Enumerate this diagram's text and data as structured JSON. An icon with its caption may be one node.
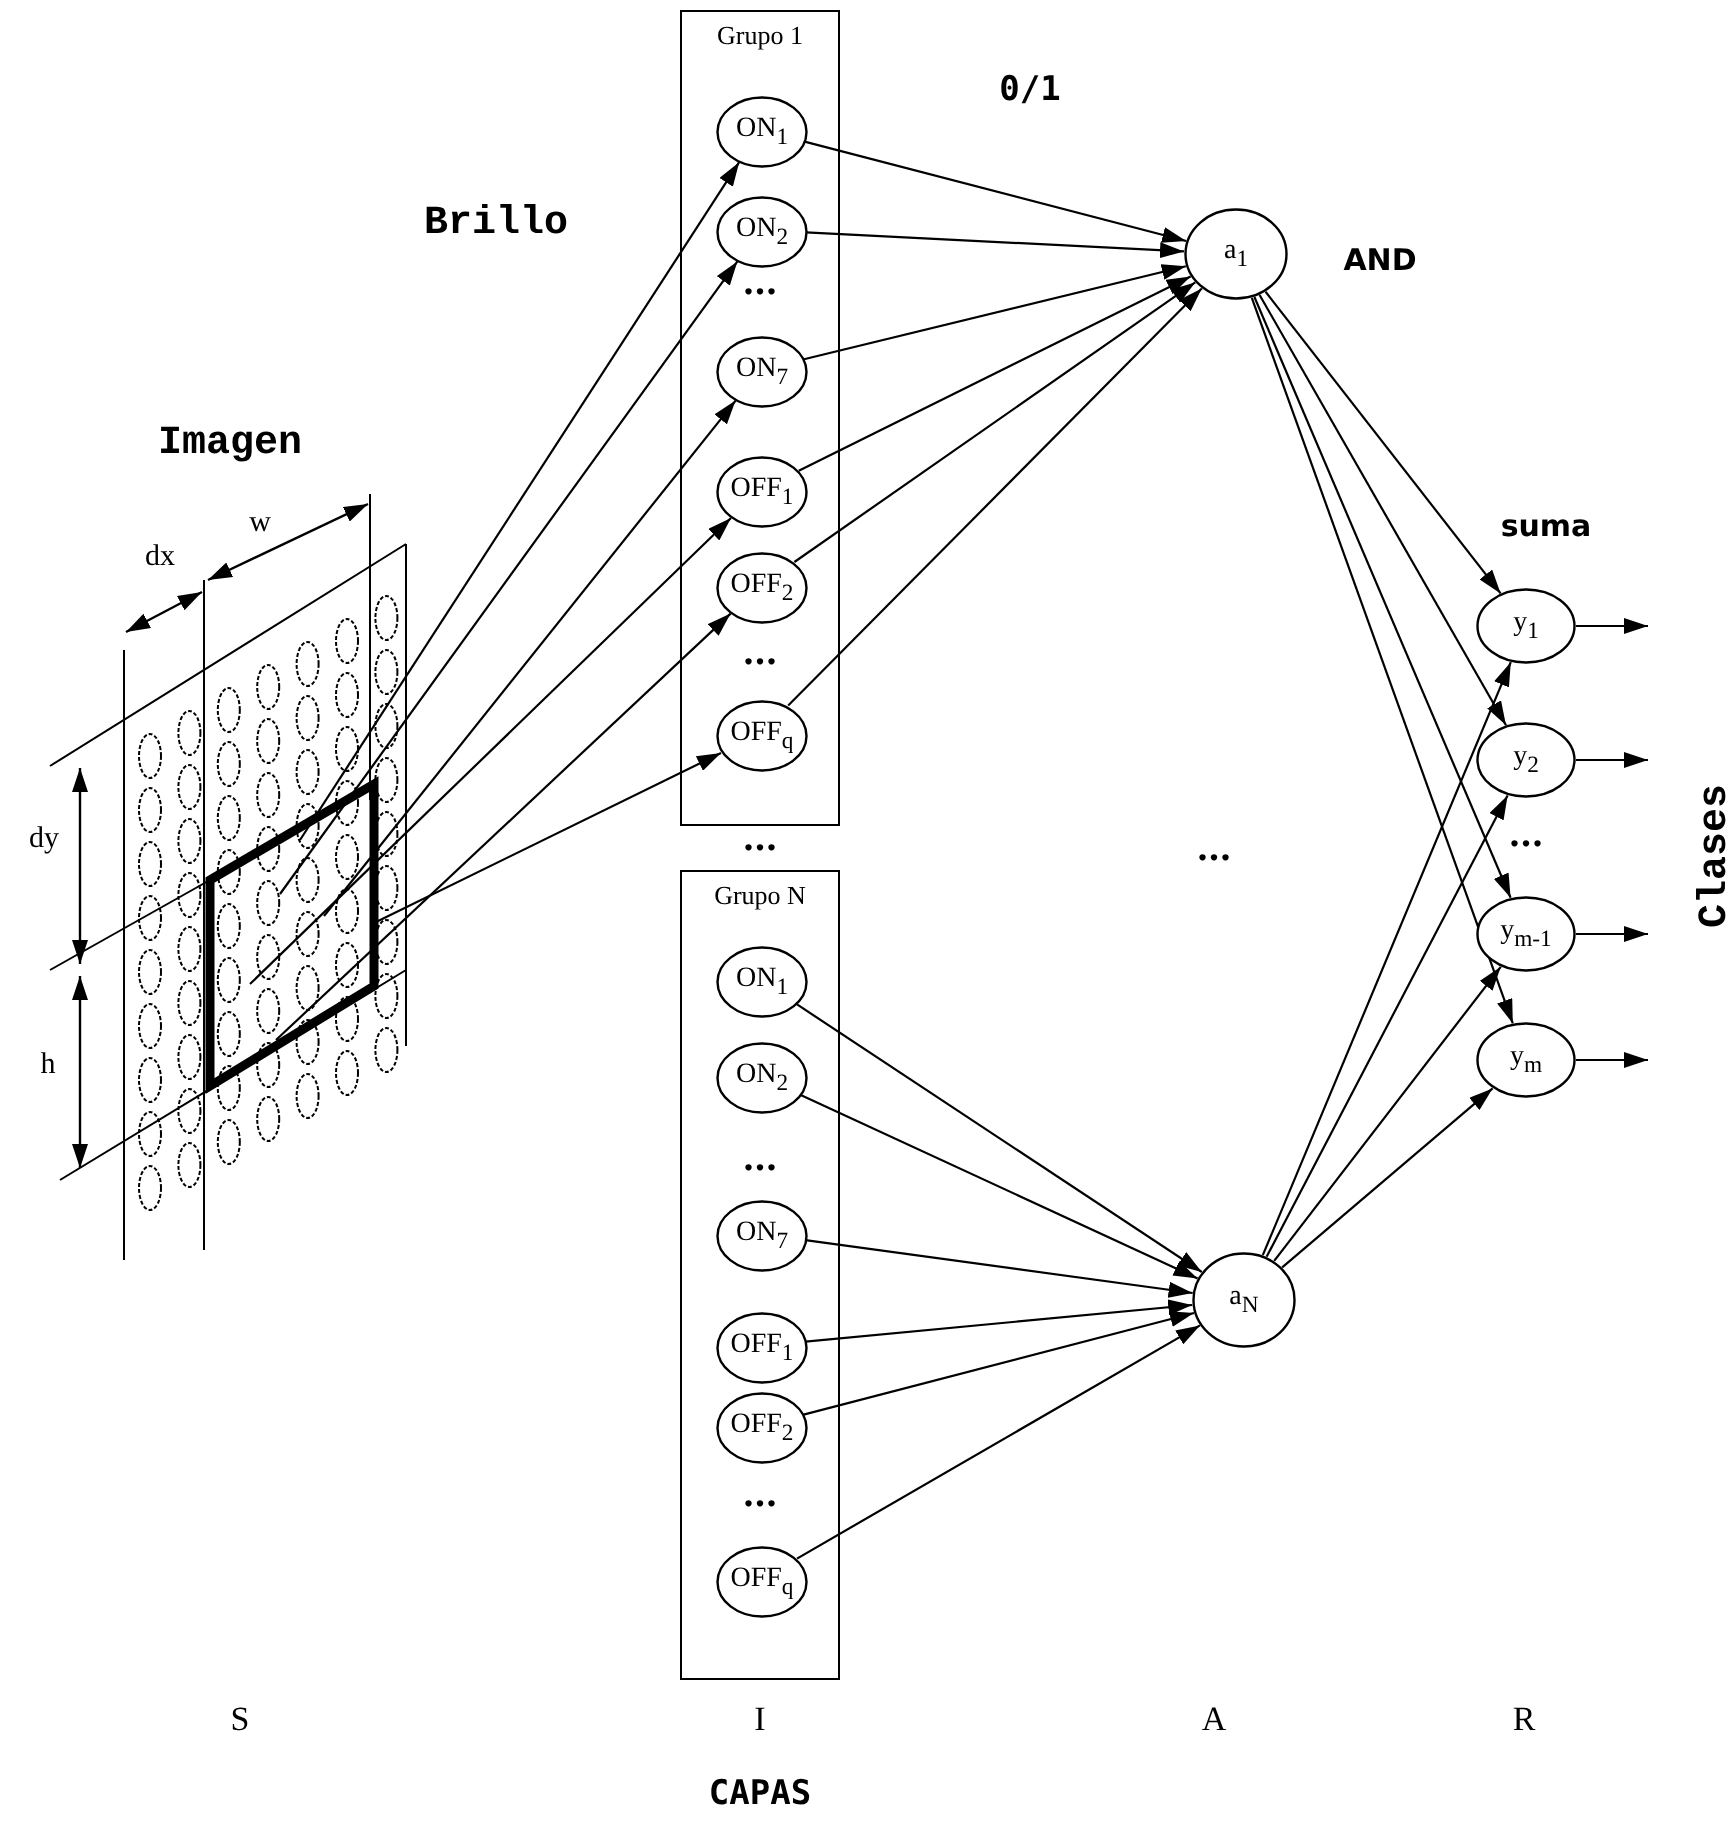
{
  "diagram": {
    "nodes": [
      {
        "text": [
          "Grupo 1"
        ]
      },
      {
        "text": [
          "ON$_{1}$"
        ],
        "in": 0
      },
      {
        "text": [
          "ON$_{2}$"
        ],
        "in": 0
      },
      {
        "text": [
          "ON$_{7}$"
        ],
        "in": 0
      },
      {
        "text": [
          "OFF$_{1}$"
        ],
        "in": 0
      },
      {
        "text": [
          "OFF$_{2}$"
        ],
        "in": 0
      },
      {
        "text": [
          "OFF$_{q}$"
        ],
        "in": 0
      },
      {
        "text": [
          "Grupo N"
        ]
      },
      {
        "text": [
          "ON$_{1}$"
        ],
        "in": 7
      },
      {
        "text": [
          "ON$_{2}$"
        ],
        "in": 7
      },
      {
        "text": [
          "ON$_{7}$"
        ],
        "in": 7
      },
      {
        "text": [
          "OFF$_{1}$"
        ],
        "in": 7
      },
      {
        "text": [
          "OFF$_{2}$"
        ],
        "in": 7
      },
      {
        "text": [
          "OFF$_{q}$"
        ],
        "in": 7
      },
      {
        "text": [
          "a$_{1}$"
        ]
      },
      {
        "text": [
          "a$_{N}$"
        ]
      },
      {
        "text": [
          "y$_{1}$"
        ]
      },
      {
        "text": [
          "y$_{2}$"
        ]
      },
      {
        "text": [
          "y$_{m-1}$"
        ]
      },
      {
        "text": [
          "y$_{m}$"
        ]
      },
      {
        "text": [],
        "shape": "picture"
      }
    ],
    "edges": [
      {
        "from": 20,
        "to": 1,
        "arrow": "to"
      },
      {
        "from": 20,
        "to": 2,
        "arrow": "to"
      },
      {
        "from": 20,
        "to": 3,
        "arrow": "to"
      },
      {
        "from": 20,
        "to": 4,
        "arrow": "to"
      },
      {
        "from": 20,
        "to": 5,
        "arrow": "to"
      },
      {
        "from": 20,
        "to": 6,
        "arrow": "to"
      },
      {
        "from": 1,
        "to": 14,
        "arrow": "to"
      },
      {
        "from": 2,
        "to": 14,
        "arrow": "to"
      },
      {
        "from": 3,
        "to": 14,
        "arrow": "to"
      },
      {
        "from": 4,
        "to": 14,
        "arrow": "to"
      },
      {
        "from": 5,
        "to": 14,
        "arrow": "to"
      },
      {
        "from": 6,
        "to": 14,
        "arrow": "to"
      },
      {
        "from": 8,
        "to": 15,
        "arrow": "to"
      },
      {
        "from": 9,
        "to": 15,
        "arrow": "to"
      },
      {
        "from": 10,
        "to": 15,
        "arrow": "to"
      },
      {
        "from": 11,
        "to": 15,
        "arrow": "to"
      },
      {
        "from": 12,
        "to": 15,
        "arrow": "to"
      },
      {
        "from": 13,
        "to": 15,
        "arrow": "to"
      },
      {
        "from": 14,
        "to": 16,
        "arrow": "to"
      },
      {
        "from": 14,
        "to": 17,
        "arrow": "to"
      },
      {
        "from": 14,
        "to": 18,
        "arrow": "to"
      },
      {
        "from": 14,
        "to": 19,
        "arrow": "to"
      },
      {
        "from": 15,
        "to": 16,
        "arrow": "to"
      },
      {
        "from": 15,
        "to": 17,
        "arrow": "to"
      },
      {
        "from": 15,
        "to": 18,
        "arrow": "to"
      },
      {
        "from": 15,
        "to": 19,
        "arrow": "to"
      },
      {
        "from": 16,
        "to": null,
        "arrow": "to"
      },
      {
        "from": 17,
        "to": null,
        "arrow": "to"
      },
      {
        "from": 18,
        "to": null,
        "arrow": "to"
      },
      {
        "from": 19,
        "to": null,
        "arrow": "to"
      }
    ],
    "labels": [
      "0/1",
      "Brillo",
      "AND",
      "•••",
      "Imagen",
      "suma",
      "dx",
      "w",
      "•••",
      "dy",
      "•••",
      "Clases",
      "•••",
      "•••",
      "h",
      "•••",
      "•••",
      "S",
      "I",
      "A",
      "R",
      "CAPAS"
    ]
  }
}
